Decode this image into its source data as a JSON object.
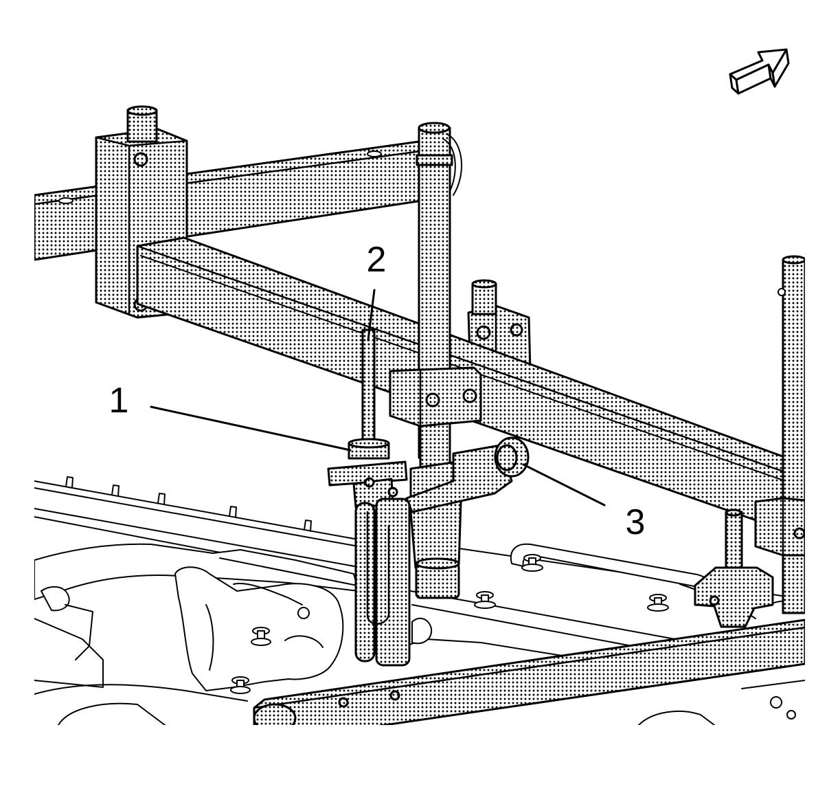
{
  "figure": {
    "callouts": [
      {
        "label": "1"
      },
      {
        "label": "2"
      },
      {
        "label": "3"
      }
    ],
    "orientation_icon": "direction-arrow-icon"
  },
  "colors": {
    "ink": "#000000",
    "paper": "#ffffff"
  }
}
